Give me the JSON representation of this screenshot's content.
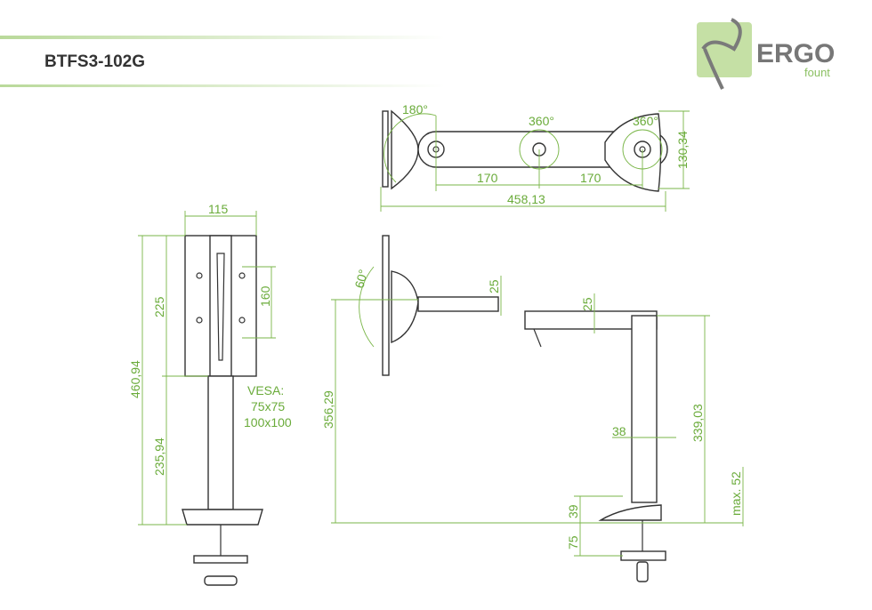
{
  "header": {
    "title": "BTFS3-102G"
  },
  "logo": {
    "brand": "ERGO",
    "sub": "fount"
  },
  "colors": {
    "accent": "#7ab648",
    "line": "#333333",
    "logo_bg": "#c5e0a5"
  },
  "top_view": {
    "angle_monitor": "180°",
    "angle_mid": "360°",
    "angle_base": "360°",
    "arm1": "170",
    "arm2": "170",
    "total_length": "458,13",
    "depth": "130,34"
  },
  "front_view": {
    "width": "115",
    "plate_height": "225",
    "vesa_spacing": "160",
    "total_height": "460,94",
    "pole_height": "235,94",
    "vesa_label": "VESA:",
    "vesa_1": "75x75",
    "vesa_2": "100x100"
  },
  "side_view": {
    "tilt": "60°",
    "height": "356,29",
    "arm_thickness_1": "25",
    "arm_thickness_2": "25",
    "pole_diameter": "38",
    "pole_height": "339,03",
    "desk_max": "max. 52",
    "base_height": "39",
    "clamp_depth": "75"
  }
}
